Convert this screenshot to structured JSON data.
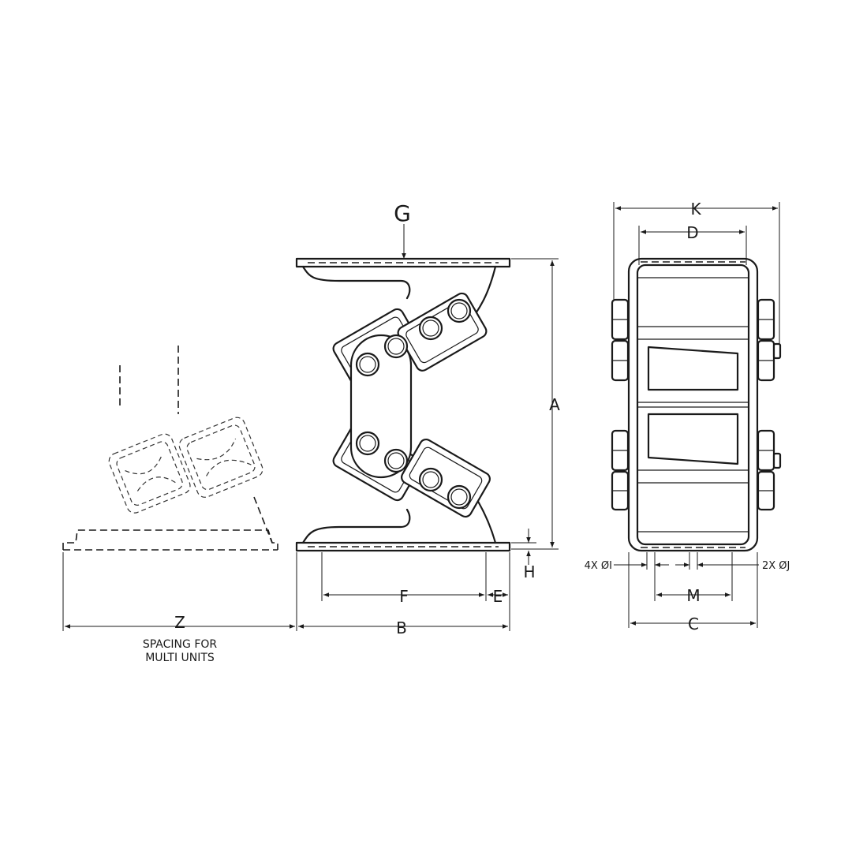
{
  "labels": {
    "G": "G",
    "A": "A",
    "B": "B",
    "E": "E",
    "F": "F",
    "H": "H",
    "Z": "Z",
    "spacing_line1": "SPACING FOR",
    "spacing_line2": "MULTI UNITS",
    "K": "K",
    "D": "D",
    "C": "C",
    "M": "M",
    "I": "4X ØI",
    "J": "2X ØJ"
  }
}
